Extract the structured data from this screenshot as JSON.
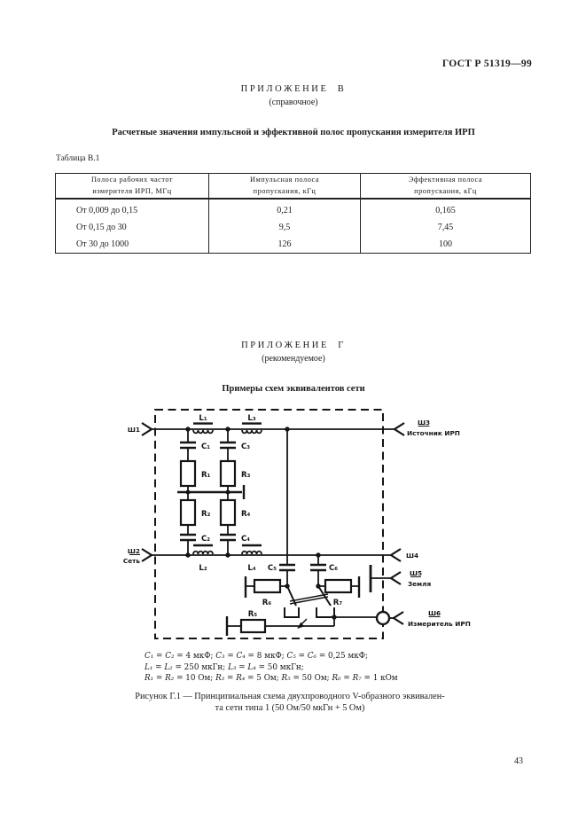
{
  "page": {
    "standard": "ГОСТ Р 51319—99",
    "number": "43"
  },
  "appendix_b": {
    "heading": "ПРИЛОЖЕНИЕ В",
    "subheading": "(справочное)",
    "title": "Расчетные значения импульсной и эффективной полос пропускания измерителя ИРП",
    "table_label": "Таблица В.1",
    "table": {
      "headers": [
        [
          "Полоса рабочих частот",
          "измерителя ИРП,  МГц"
        ],
        [
          "Импульсная полоса",
          "пропускания,  кГц"
        ],
        [
          "Эффективная полоса",
          "пропускания,  кГц"
        ]
      ],
      "rows": [
        [
          "От 0,009 до 0,15",
          "0,21",
          "0,165"
        ],
        [
          "От 0,15 до 30",
          "9,5",
          "7,45"
        ],
        [
          "От 30 до 1000",
          "126",
          "100"
        ]
      ]
    }
  },
  "appendix_g": {
    "heading": "ПРИЛОЖЕНИЕ Г",
    "subheading": "(рекомендуемое)",
    "title": "Примеры схем эквивалентов сети",
    "circuit": {
      "labels": {
        "L1": "L₁",
        "L2": "L₂",
        "L3": "L₃",
        "L4": "L₄",
        "C1": "C₁",
        "C2": "C₂",
        "C3": "C₃",
        "C4": "C₄",
        "C5": "C₅",
        "C6": "C₆",
        "R1": "R₁",
        "R2": "R₂",
        "R3": "R₃",
        "R4": "R₄",
        "R5": "R₅",
        "R6": "R₆",
        "R7": "R₇",
        "sh1": "Ш1",
        "sh2": "Ш2",
        "sh2sub": "Сеть",
        "sh3": "Ш3",
        "sh3sub": "Источник ИРП",
        "sh4": "Ш4",
        "sh5": "Ш5",
        "sh5sub": "Земля",
        "sh6": "Ш6",
        "sh6sub": "Измеритель ИРП"
      }
    },
    "values": [
      "*C₁* = *C₂* = 4 мкФ; *C₃* = *C₄* = 8 мкФ; *C₅* = *C₆* = 0,25 мкФ;",
      "*L₁* = *L₂* = 250 мкГн; *L₃* = *L₄* = 50 мкГн;",
      "*R₁* = *R₂* = 10 Ом; *R₃* = *R₄* = 5 Ом; *R₅* = 50 Ом; *R₆* = *R₇* = 1 кОм"
    ],
    "caption": [
      "Рисунок Г.1 — Принципиальная схема двухпроводного V-образного эквивален-",
      "та сети типа 1 (50 Ом/50 мкГн + 5 Ом)"
    ]
  }
}
